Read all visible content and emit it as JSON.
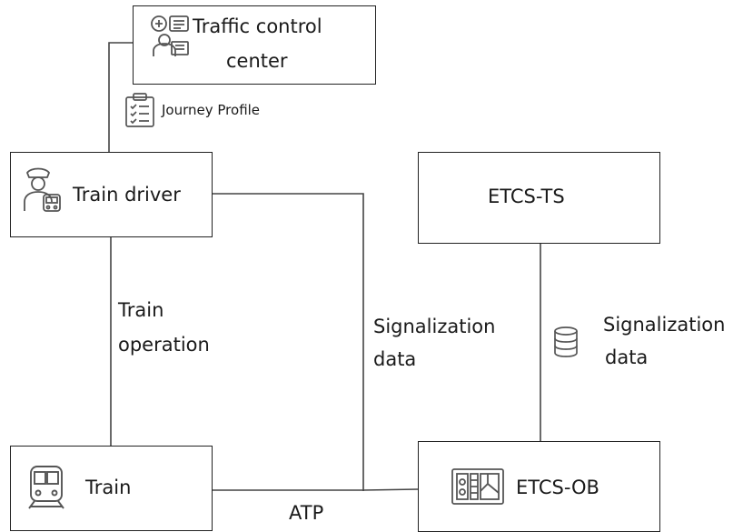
{
  "nodes": {
    "tcc": {
      "line1": "Traffic control",
      "line2": "center",
      "icon": "traffic-controller-icon"
    },
    "driver": {
      "label": "Train driver",
      "icon": "train-driver-icon"
    },
    "train": {
      "label": "Train",
      "icon": "train-icon"
    },
    "etcs_ts": {
      "label": "ETCS-TS"
    },
    "etcs_ob": {
      "label": "ETCS-OB",
      "icon": "onboard-unit-icon"
    }
  },
  "edges": {
    "journey_profile": {
      "label": "Journey Profile",
      "icon": "clipboard-icon"
    },
    "train_operation": {
      "line1": "Train",
      "line2": "operation"
    },
    "signalization_driver": {
      "line1": "Signalization",
      "line2": "data"
    },
    "signalization_ts": {
      "line1": "Signalization",
      "line2": "data",
      "icon": "database-icon"
    },
    "atp": {
      "label": "ATP"
    }
  },
  "colors": {
    "stroke": "#222222",
    "icon": "#555555"
  }
}
